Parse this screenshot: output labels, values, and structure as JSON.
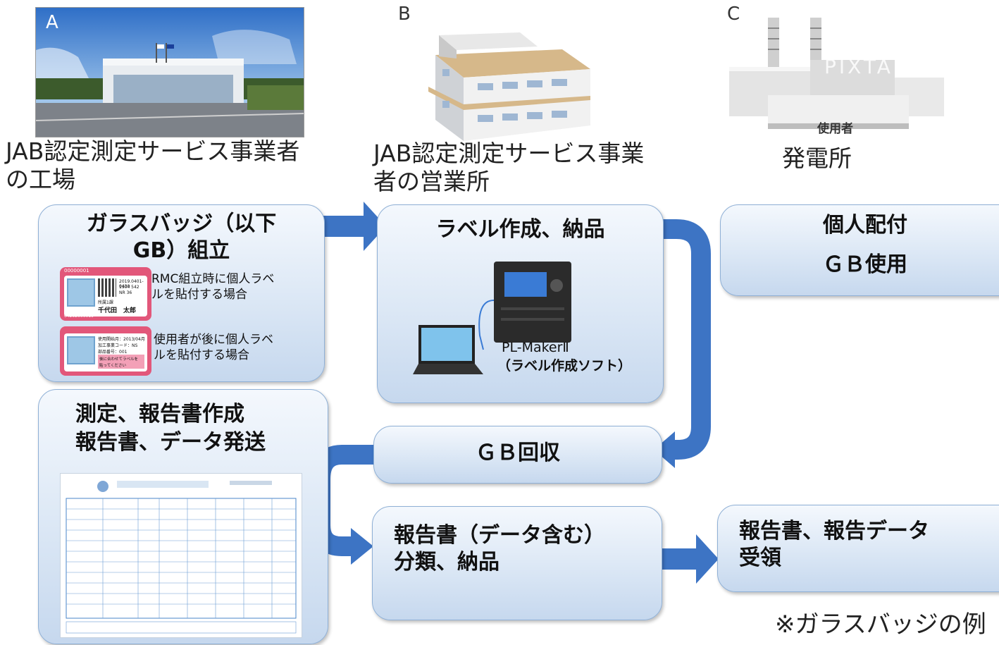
{
  "sites": [
    {
      "letter": "A",
      "caption_l1": "JAB認定測定サービス事業者",
      "caption_l2": "の工場"
    },
    {
      "letter": "B",
      "caption_l1": "JAB認定測定サービス事業",
      "caption_l2": "者の営業所"
    },
    {
      "letter": "C",
      "caption_l1": "発電所",
      "caption_l2": ""
    }
  ],
  "plant_overlay": {
    "watermark": "PIXTA",
    "sign": "使用者"
  },
  "boxes": {
    "assembly": {
      "title_l1": "ガラスバッジ（以下",
      "title_l2": "GB）組立",
      "label1_text_l1": "RMC組立時に個人ラベ",
      "label1_text_l2": "ルを貼付する場合",
      "label2_text_l1": "使用者が後に個人ラベ",
      "label2_text_l2": "ルを貼付する場合",
      "badge1": {
        "id": "00000001",
        "qr_l1": "2019.0401-0430",
        "qr_l2": "1904 542",
        "qr_l3": "NR 36",
        "small": "所属1課",
        "name": "千代田　太郎",
        "code": "04292000019"
      },
      "badge2": {
        "l1": "使用開始月：2013/04月",
        "l2": "加工事業コード：NS",
        "l3": "部品番号：001",
        "l4": "後に合わせてラベルを",
        "l5": "貼ってください"
      }
    },
    "label": {
      "title": "ラベル作成、納品",
      "software_l1": "PL-MakerⅡ",
      "software_l2": "（ラベル作成ソフト）"
    },
    "individual": {
      "l1": "個人配付",
      "l2": "ＧＢ使用"
    },
    "measure": {
      "l1": "測定、報告書作成",
      "l2": "報告書、データ発送"
    },
    "collect": {
      "title": "ＧＢ回収"
    },
    "report_sort": {
      "l1": "報告書（データ含む）",
      "l2": "分類、納品"
    },
    "report_receive": {
      "l1": "報告書、報告データ",
      "l2": "受領"
    }
  },
  "footnote": "※ガラスバッジの例",
  "colors": {
    "arrow": "#3d74c4",
    "box_border": "#8fb0d6",
    "badge_pink": "#e2577a"
  }
}
